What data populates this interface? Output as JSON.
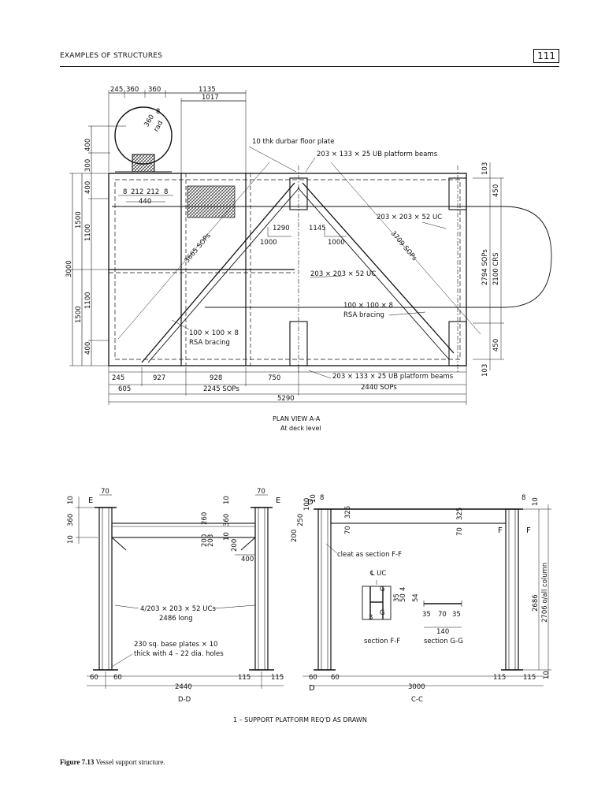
{
  "header": {
    "title": "EXAMPLES OF STRUCTURES",
    "page_number": "111"
  },
  "plan": {
    "top_dims": [
      "245",
      "360",
      "360",
      "1135",
      "1017"
    ],
    "vessel_label_360": "360",
    "vessel_label_rad": "rad",
    "vessel_label_8": "8",
    "left_dims_outer": [
      "3000"
    ],
    "left_dims_mid": [
      "1500",
      "1500"
    ],
    "left_dims_inner": [
      "400",
      "300",
      "400",
      "1100",
      "1100",
      "400"
    ],
    "small_dims": [
      "8",
      "212",
      "212",
      "8",
      "440"
    ],
    "mid_dims": [
      "1290",
      "1000",
      "1145",
      "1000"
    ],
    "diag_dims": [
      "3665 SOPs",
      "3709 SOPs"
    ],
    "right_dims": [
      "103",
      "450",
      "2794 SOPs",
      "2100 CRS",
      "450",
      "103"
    ],
    "bottom_dims": [
      "245",
      "927",
      "928",
      "750",
      "605",
      "2245 SOPs",
      "2440 SOPs",
      "5290"
    ],
    "callouts": {
      "floor_plate": "10 thk durbar floor plate",
      "ub_beams_top": "203 × 133 × 25 UB platform beams",
      "uc_right": "203 × 203 × 52 UC",
      "uc_mid": "203 × 203 × 52 UC",
      "rsa_right_1": "100 × 100 × 8",
      "rsa_right_2": "RSA bracing",
      "rsa_left_1": "100 × 100 × 8",
      "rsa_left_2": "RSA bracing",
      "ub_beams_bottom": "203 × 133 × 25 UB platform beams"
    },
    "view_title_1": "PLAN VIEW A-A",
    "view_title_2": "At deck level"
  },
  "elev_dd": {
    "dims_top": [
      "70",
      "70"
    ],
    "section_marks": [
      "E",
      "E"
    ],
    "left_dims": [
      "10",
      "360",
      "10"
    ],
    "inner_dims": [
      "200",
      "203",
      "260",
      "10",
      "360",
      "10",
      "200"
    ],
    "dim_400": "400",
    "callout_uc_1": "4/203 × 203 × 52 UCs",
    "callout_uc_2": "2486 long",
    "callout_bp_1": "230 sq. base plates × 10",
    "callout_bp_2": "thick with 4 – 22 dia. holes",
    "bottom_dims": [
      "60",
      "60",
      "115",
      "115",
      "2440"
    ],
    "view_label": "D-D"
  },
  "elev_cc": {
    "section_marks": [
      "D",
      "F",
      "F",
      "D"
    ],
    "top_dims": [
      "8",
      "8",
      "10"
    ],
    "inner_dims": [
      "200",
      "250",
      "100",
      "10",
      "70",
      "325",
      "325",
      "70"
    ],
    "right_dims": [
      "2686",
      "2706 o/all column"
    ],
    "cleat": "cleat as section F-F",
    "uc_center": "℄ UC",
    "ff_dims": [
      "G",
      "G",
      "35",
      "50",
      "4",
      "54",
      "3"
    ],
    "gg_dims": [
      "35",
      "70",
      "35",
      "140"
    ],
    "section_ff": "section F-F",
    "section_gg": "section G-G",
    "bottom_dims": [
      "60",
      "60",
      "115",
      "115",
      "10",
      "3000"
    ],
    "view_label": "C-C"
  },
  "footer_note": "1 – SUPPORT PLATFORM REQ'D AS DRAWN",
  "caption": {
    "label": "Figure 7.13",
    "text": "Vessel support structure."
  }
}
